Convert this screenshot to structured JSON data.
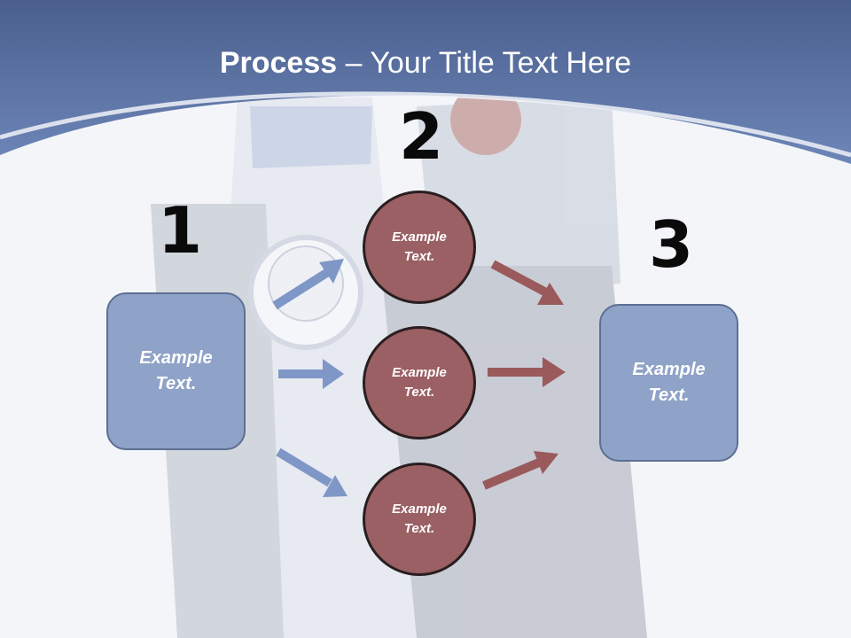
{
  "title": {
    "bold": "Process",
    "rest": " – Your Title Text Here"
  },
  "steps": [
    "1",
    "2",
    "3"
  ],
  "nodes": {
    "left_box": [
      "Example",
      "Text."
    ],
    "circle_top": [
      "Example",
      "Text."
    ],
    "circle_mid": [
      "Example",
      "Text."
    ],
    "circle_bottom": [
      "Example",
      "Text."
    ],
    "right_box": [
      "Example",
      "Text."
    ]
  },
  "colors": {
    "header_blue": "#5a74a8",
    "box_fill": "#8fa2c7",
    "circle_fill": "#9a6063",
    "arrow_blue": "#7f97c6",
    "arrow_red": "#9a5a5c"
  }
}
